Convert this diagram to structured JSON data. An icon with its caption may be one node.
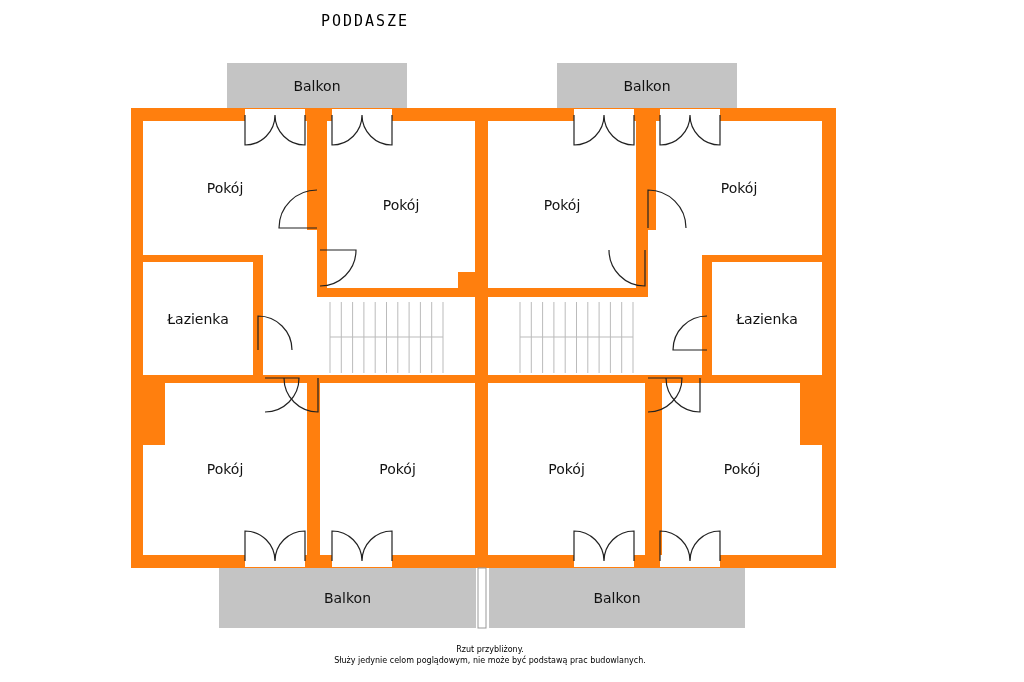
{
  "diagram": {
    "title": "PODDASZE",
    "nodes": [
      {
        "text": [
          "Balkon"
        ]
      },
      {
        "text": [
          "Balkon"
        ]
      },
      {
        "text": [
          "Pokój"
        ]
      },
      {
        "text": [
          "Pokój"
        ]
      },
      {
        "text": [
          "Pokój"
        ]
      },
      {
        "text": [
          "Pokój"
        ]
      },
      {
        "text": [
          "Łazienka"
        ]
      },
      {
        "text": [
          "Łazienka"
        ]
      },
      {
        "text": [
          "Pokój"
        ]
      },
      {
        "text": [
          "Pokój"
        ]
      },
      {
        "text": [
          "Pokój"
        ]
      },
      {
        "text": [
          "Pokój"
        ]
      },
      {
        "text": [
          "Balkon"
        ]
      },
      {
        "text": [
          "Balkon"
        ]
      }
    ],
    "labels": [
      "Rzut przybliżony.",
      "Służy jedynie celom poglądowym, nie może być podstawą prac budowlanych."
    ]
  }
}
